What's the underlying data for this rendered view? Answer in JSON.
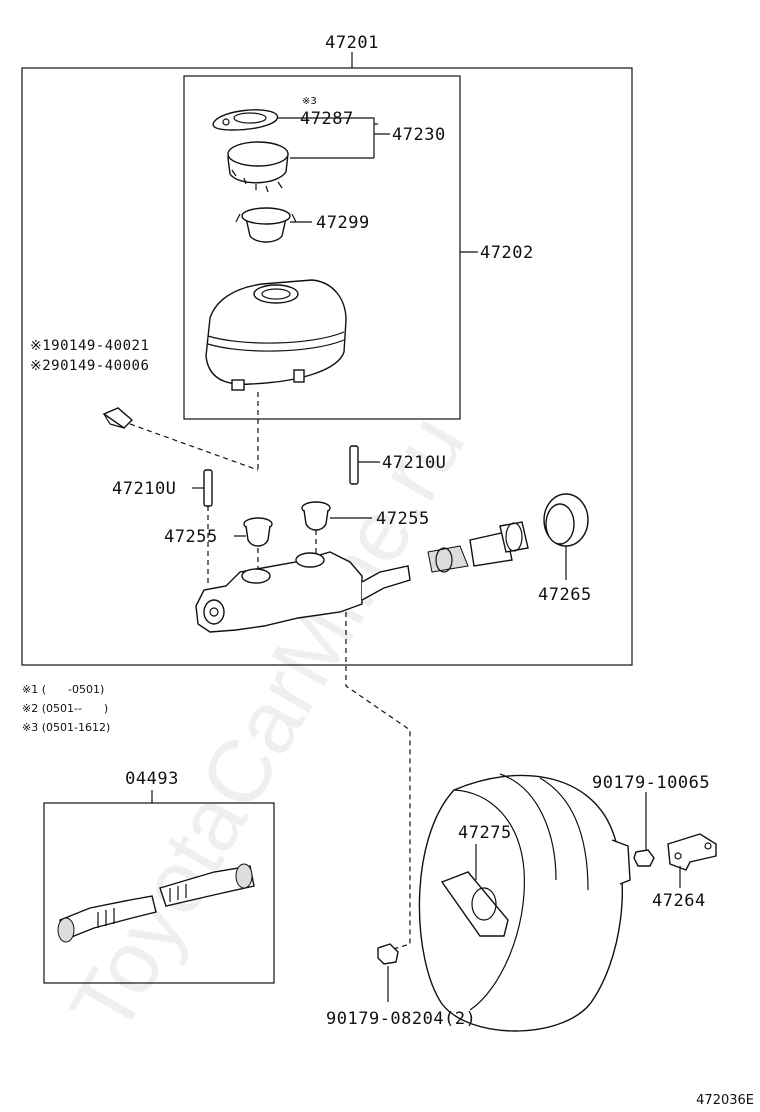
{
  "labels": {
    "p47201": "47201",
    "p47287": "47287",
    "p47287_note": "※3",
    "p47230": "47230",
    "p47299": "47299",
    "p47202": "47202",
    "bolt_line1": "※190149-40021",
    "bolt_line2": "※290149-40006",
    "p47210u_left": "47210U",
    "p47210u_right": "47210U",
    "p47255_left": "47255",
    "p47255_right": "47255",
    "p47265": "47265",
    "p04493": "04493",
    "p47275": "47275",
    "p90179_10065": "90179-10065",
    "p47264": "47264",
    "p90179_08204": "90179-08204(2)",
    "figure_code": "472036E"
  },
  "notes": [
    "※1 (　　-0501)",
    "※2 (0501--　　)",
    "※3 (0501-1612)"
  ],
  "watermark": "ToyotaCarMine.ru",
  "colors": {
    "line": "#111111",
    "background": "#ffffff",
    "watermark": "#c8c8c8"
  }
}
